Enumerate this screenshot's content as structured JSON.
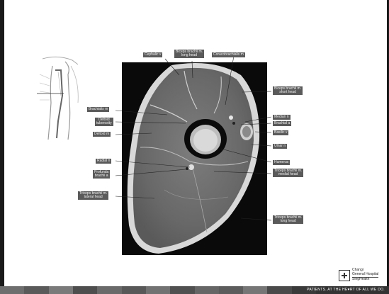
{
  "labels": {
    "cephalic_v": "Cephalic v",
    "biceps_long": "Biceps brachii m.\nlong head",
    "coracobrachialis": "Coracobrachialis m",
    "biceps_short": "Biceps brachii m.\nshort head",
    "brachialis": "Brachialis m",
    "deltoid_tuberosity": "Deltoid\ntuberosity",
    "deltoid_m": "Deltoid m",
    "median_n": "Median n",
    "brachial_a": "Brachial a",
    "basilic_v": "Basilic v",
    "ulnar_n": "Ulnar n",
    "humerus": "Humerus",
    "radial_n": "Radial n",
    "profunda_brachii": "Profunda\nbrachii a",
    "triceps_medial": "Triceps brachii m.\nmedial head",
    "triceps_lateral": "Triceps brachii m.\nlateral head",
    "triceps_long": "Triceps brachii m.\nlong head"
  },
  "branding": {
    "logo_line1": "Changi",
    "logo_line2": "General Hospital",
    "logo_line3": "SingHealth",
    "tagline": "PATIENTS. AT THE HE♥RT OF ALL WE DO."
  },
  "colors": {
    "label_bg": "#5a5a5a",
    "label_text": "#f2f2f2"
  }
}
